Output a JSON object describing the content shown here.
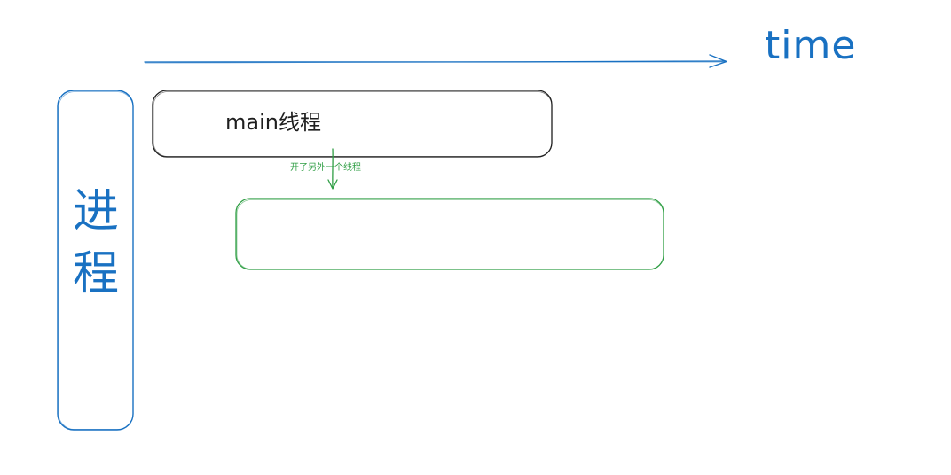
{
  "diagram": {
    "time_label": "time",
    "process_label": "进程",
    "main_thread_label": "main线程",
    "spawn_label": "开了另外一个线程",
    "colors": {
      "blue": "#1971c2",
      "dark": "#1e1e1e",
      "green": "#2f9e44",
      "background": "#ffffff"
    }
  }
}
